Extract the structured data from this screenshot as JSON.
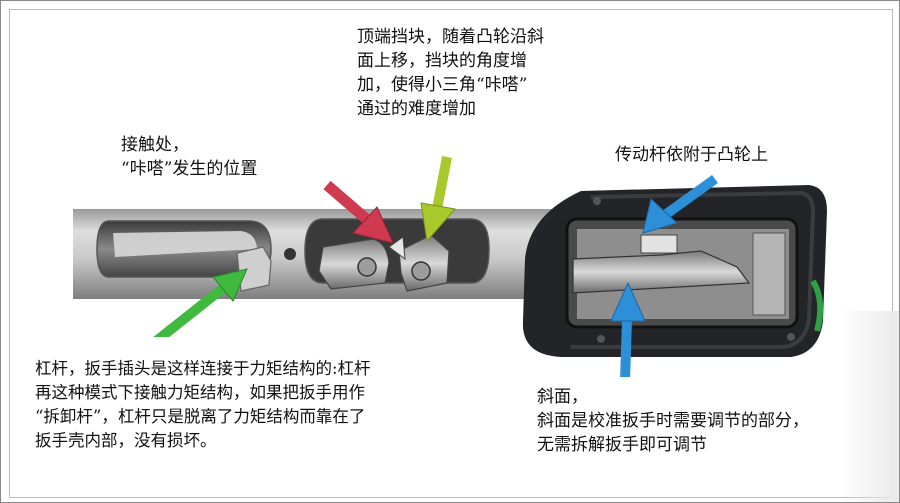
{
  "captions": {
    "top_block": [
      "顶端挡块，随着凸轮沿斜",
      "面上移，挡块的角度增",
      "加，使得小三角“咔嗒”",
      "通过的难度增加"
    ],
    "contact": [
      "接触处，",
      "“咔嗒”发生的位置"
    ],
    "drive_rod": [
      "传动杆依附于凸轮上"
    ],
    "lever": [
      "杠杆，扳手插头是这样连接于力矩结构的:杠杆",
      "再这种模式下接触力矩结构，如果把扳手用作",
      "“拆卸杆”，杠杆只是脱离了力矩结构而靠在了",
      "扳手壳内部，没有损坏。"
    ],
    "slope": [
      "斜面，",
      "斜面是校准扳手时需要调节的部分，",
      "无需拆解扳手即可调节"
    ]
  },
  "colors": {
    "green_arrow": "#3fba3f",
    "red_arrow": "#d03a50",
    "yellow_arrow": "#a9c82c",
    "blue_arrow": "#2d8fd8",
    "handle": "#222428",
    "steel": "#b9b9b9"
  }
}
